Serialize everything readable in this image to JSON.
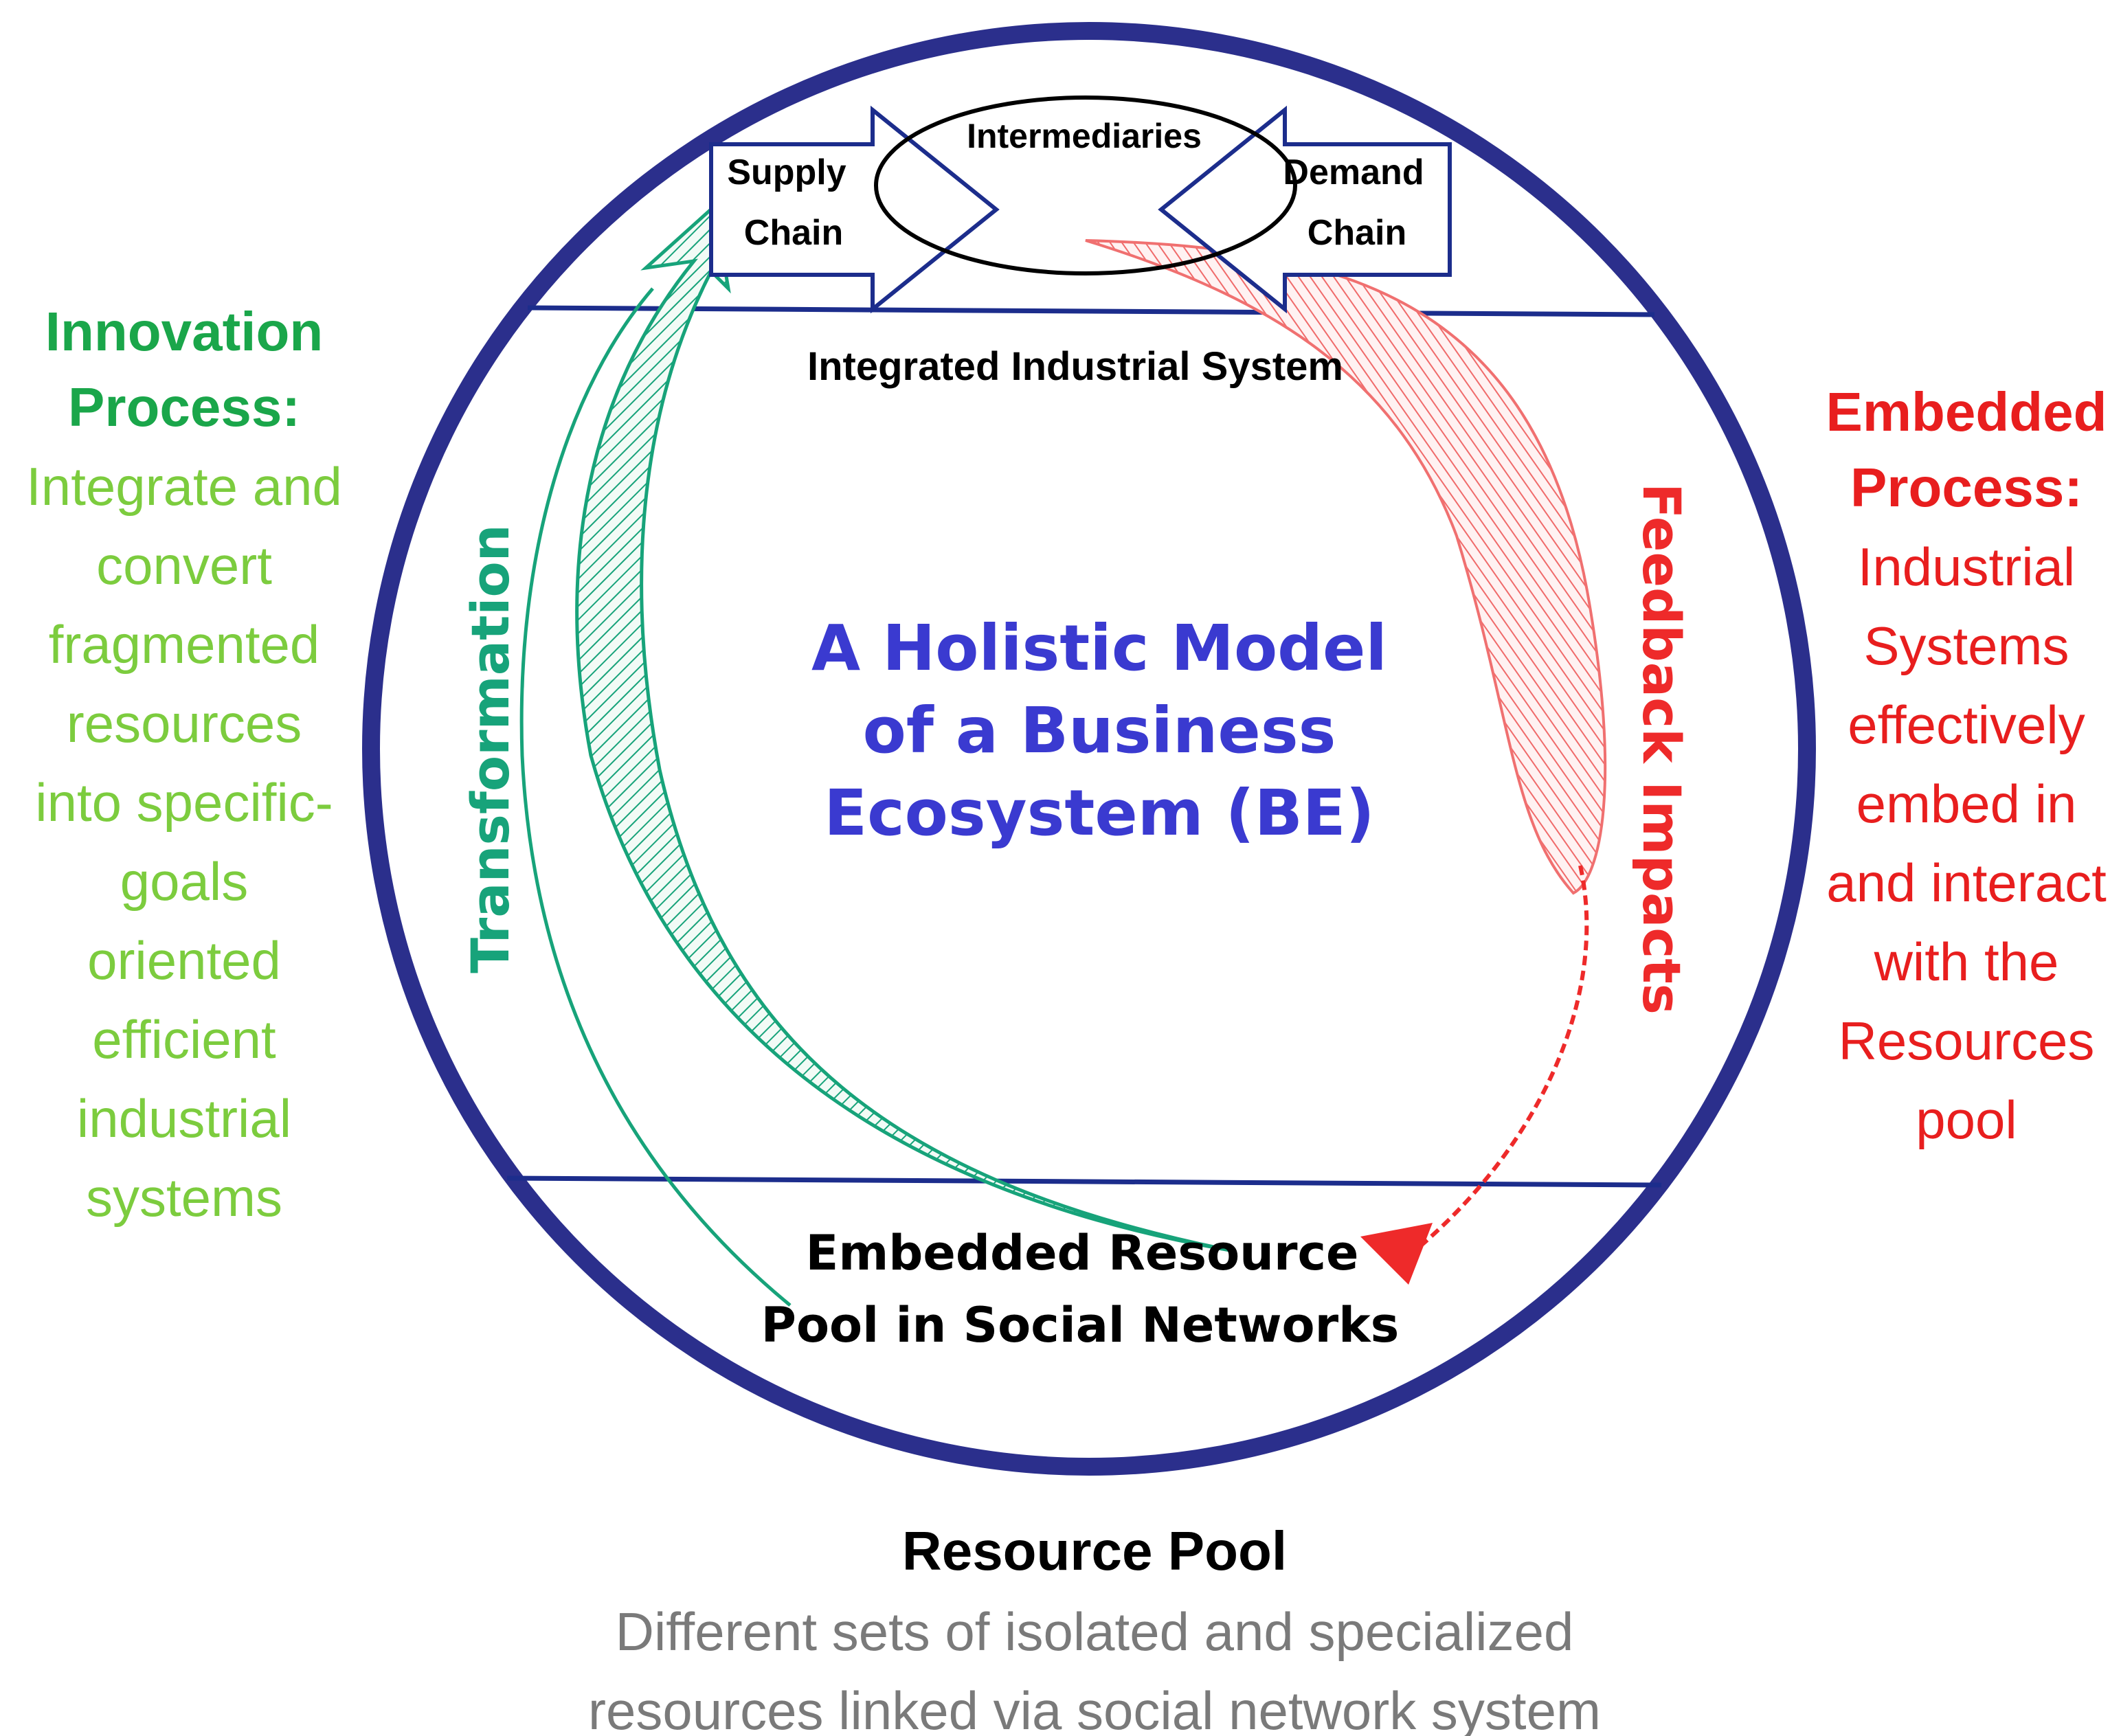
{
  "colors": {
    "circle": "#2b2f8c",
    "line": "#1c2d8c",
    "innovation_title": "#1aa64a",
    "innovation_body": "#7ccc3e",
    "embedded_red": "#e81e1e",
    "transformation": "#17a37a",
    "feedback": "#ee2a2a",
    "center_title": "#3a3ad0",
    "footer_body": "#7a7a7a",
    "black": "#000000"
  },
  "top_box": {
    "supply_chain": [
      "Supply",
      "Chain"
    ],
    "intermediaries": "Intermediaries",
    "demand_chain": [
      "Demand",
      "Chain"
    ]
  },
  "integrated_system": "Integrated Industrial System",
  "center_title": [
    "A Holistic Model",
    "of a Business",
    "Ecosystem (BE)"
  ],
  "transformation_label": "Transformation",
  "feedback_label": "Feedback Impacts",
  "pool_label": [
    "Embedded Resource",
    "Pool in Social Networks"
  ],
  "innovation": {
    "title": [
      "Innovation",
      "Process:"
    ],
    "body": [
      "Integrate and",
      "convert",
      "fragmented",
      "resources",
      "into specific-",
      "goals",
      "oriented",
      "efficient",
      "industrial",
      "systems"
    ]
  },
  "embedded": {
    "title": [
      "Embedded",
      "Process:"
    ],
    "body": [
      "Industrial",
      "Systems",
      "effectively",
      "embed in",
      "and interact",
      "with the",
      "Resources",
      "pool"
    ]
  },
  "footer": {
    "title": "Resource Pool",
    "body": [
      "Different sets of isolated and specialized",
      "resources linked via social network system"
    ]
  }
}
